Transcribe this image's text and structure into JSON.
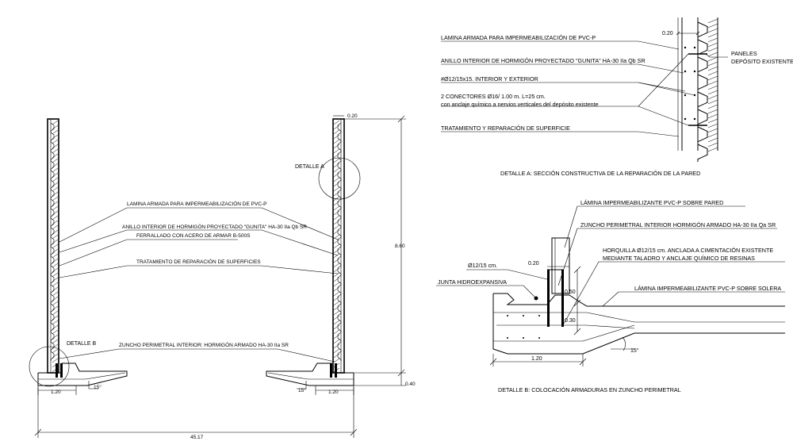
{
  "main_section": {
    "notes": [
      "LAMINA ARMADA PARA IMPERMEABILIZACIÓN DE PVC-P",
      "ANILLO INTERIOR DE HORMIGÓN PROYECTADO \"GUNITA\" HA-30 IIa Qb SR",
      "FERRALLADO CON ACERO DE ARMAR B-500S",
      "TRATAMIENTO DE REPARACIÓN DE SUPERFICIES",
      "ZUNCHO PERIMETRAL INTERIOR: HORMIGÓN ARMADO HA-30 IIa SR"
    ],
    "detail_a_tag": "DETALLE A",
    "detail_b_tag": "DETALLE B",
    "dim_wall": "0.20",
    "dim_height": "8.60",
    "dim_slab": "0.40",
    "dim_left_base": "1.20",
    "dim_right_base": "1.20",
    "dim_total": "45.17",
    "angle_left": "15°",
    "angle_right": "15°"
  },
  "detail_a": {
    "dim_wall": "0.20",
    "notes": [
      "LAMINA ARMADA PARA IMPERMEABILIZACIÓN DE PVC-P",
      "ANILLO INTERIOR DE HORMIGÓN PROYECTADO \"GUNITA\" HA-30 IIa Qb SR",
      "#Ø12/15x15. INTERIOR Y EXTERIOR",
      "2 CONECTORES Ø16/ 1.00 m. L=25 cm.",
      "con anclaje químico a nervios verticales del depósito existente",
      "TRATAMIENTO Y REPARACIÓN DE SUPERFICIE"
    ],
    "panel_label_1": "PANELES",
    "panel_label_2": "DEPÓSITO EXISTENTE",
    "caption": "DETALLE A: SECCIÓN CONSTRUCTIVA DE LA REPARACIÓN DE LA PARED"
  },
  "detail_b": {
    "notes": [
      "LÁMINA IMPERMEABILIZANTE PVC-P SOBRE PARED",
      "ZUNCHO PERIMETRAL INTERIOR HORMIGÓN ARMADO HA-30 IIa Qa SR",
      "HORQUILLA Ø12/15 cm. ANCLADA A CIMENTACIÓN EXISTENTE",
      "MEDIANTE TALADRO Y ANCLAJE QUÍMICO DE RESINAS",
      "LÁMINA IMPERMEABILIZANTE PVC-P SOBRE SOLERA"
    ],
    "rebar_label": "Ø12/15 cm.",
    "joint_label": "JUNTA HIDROEXPANSIVA",
    "dim_wall": "0.20",
    "dim_upper": "0.50",
    "dim_lower": "0.30",
    "dim_base": "1.20",
    "angle": "15°",
    "caption": "DETALLE B: COLOCACIÓN ARMADURAS EN ZUNCHO PERIMETRAL"
  }
}
